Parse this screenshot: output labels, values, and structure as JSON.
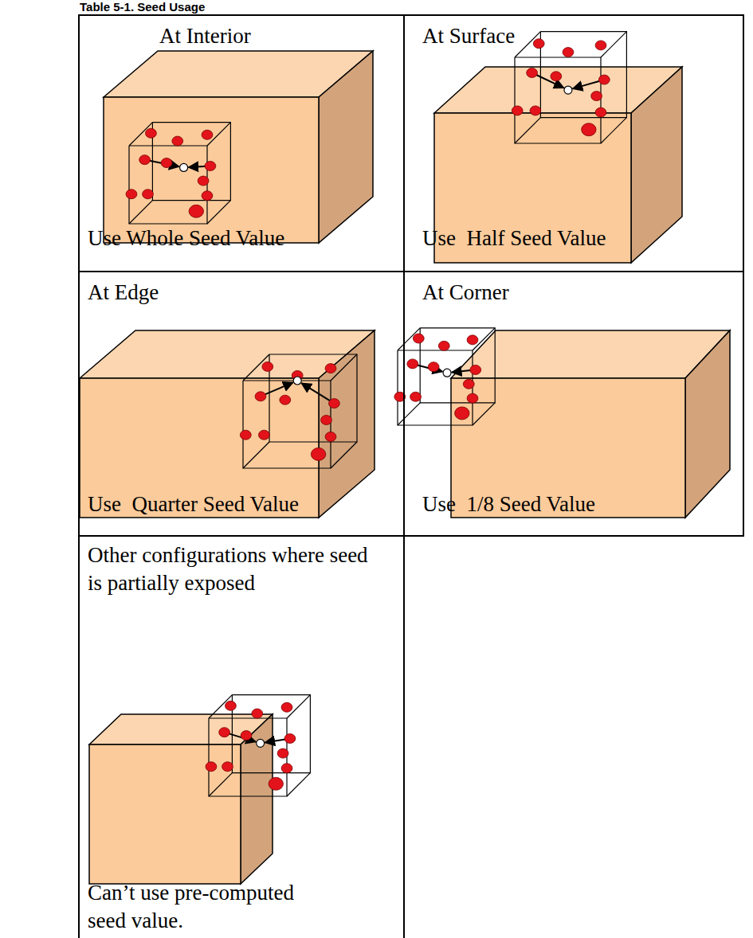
{
  "diagram": {
    "title": "Table 5-1. Seed Usage",
    "nodes": [
      {
        "text": [
          "At Interior",
          "Use Whole Seed Value"
        ]
      },
      {
        "text": [
          "At Surface",
          "Use  Half Seed Value"
        ]
      },
      {
        "text": [
          "At Edge",
          "Use  Quarter Seed Value"
        ]
      },
      {
        "text": [
          "At Corner",
          "Use  1/8 Seed Value"
        ]
      },
      {
        "text": [
          "Other configurations where seed is partially exposed",
          "Can’t use pre-computed seed value."
        ]
      }
    ]
  }
}
